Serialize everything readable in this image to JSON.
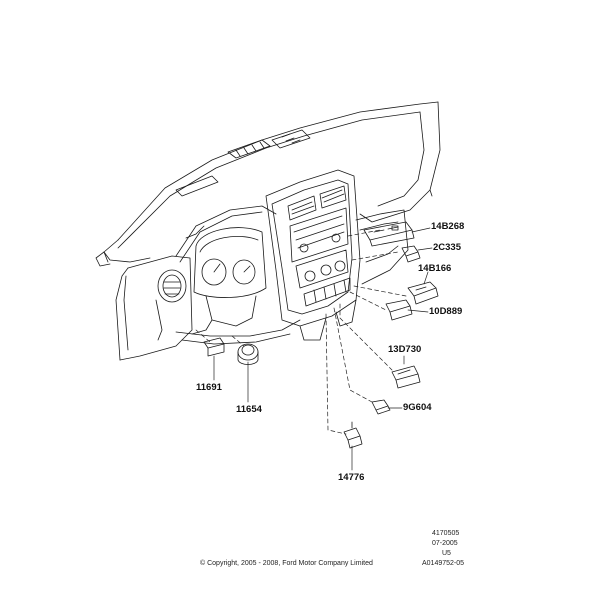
{
  "colors": {
    "line": "#1a1a1a",
    "leader": "#222222",
    "background": "#ffffff"
  },
  "callouts": [
    {
      "id": "14B268",
      "text": "14B268"
    },
    {
      "id": "2C335",
      "text": "2C335"
    },
    {
      "id": "14B166",
      "text": "14B166"
    },
    {
      "id": "10D889",
      "text": "10D889"
    },
    {
      "id": "13D730",
      "text": "13D730"
    },
    {
      "id": "9G604",
      "text": "9G604"
    },
    {
      "id": "14776",
      "text": "14776"
    },
    {
      "id": "11691",
      "text": "11691"
    },
    {
      "id": "11654",
      "text": "11654"
    }
  ],
  "copyright": "© Copyright, 2005 - 2008, Ford Motor Company Limited",
  "reference": {
    "number": "4170505",
    "date": "07-2005",
    "code": "U5",
    "doc_id": "A0149752-05"
  }
}
